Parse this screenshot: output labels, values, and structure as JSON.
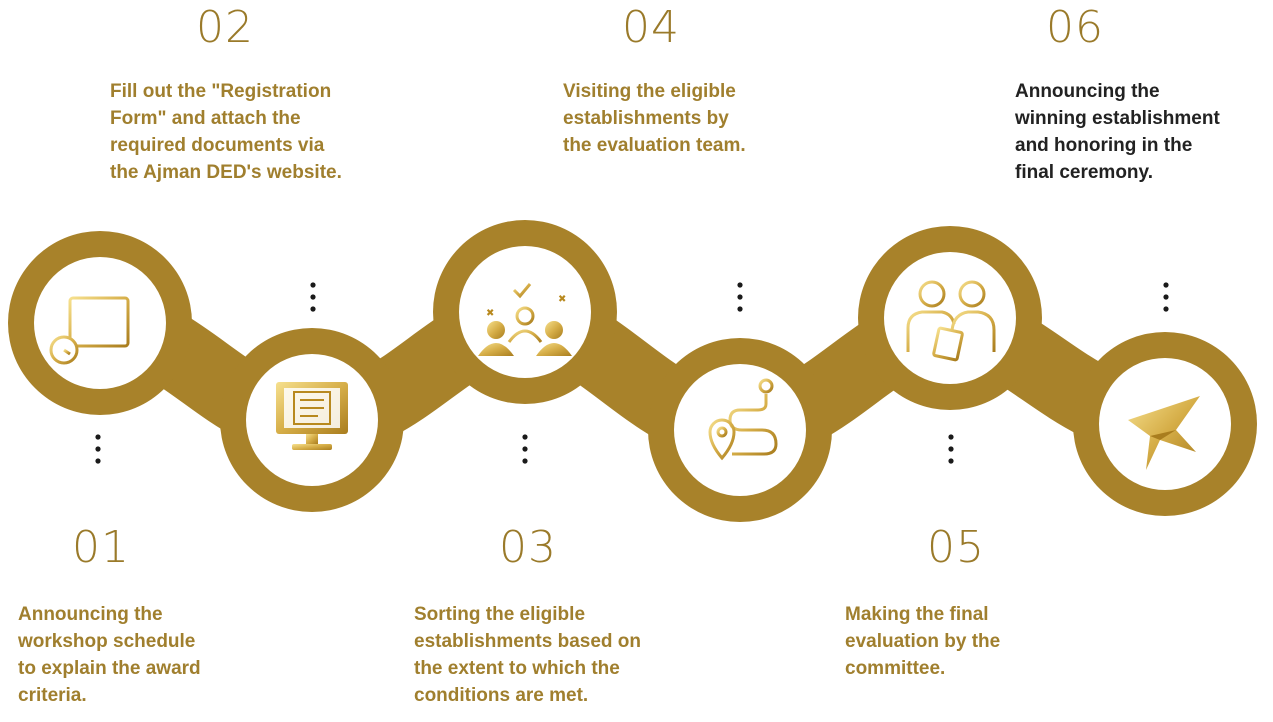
{
  "colors": {
    "gold": "#a8822a",
    "gold_text": "#a07f2e",
    "number": "#9a7a2a",
    "dark_text": "#222222",
    "icon_light": "#f3dd85",
    "icon_dark": "#b8891e"
  },
  "steps": [
    {
      "number": "01",
      "lines": [
        "Announcing the",
        "workshop schedule",
        "to explain the award",
        "criteria."
      ],
      "icon": "calendar-clock-icon"
    },
    {
      "number": "02",
      "lines": [
        "Fill out the \"Registration",
        "Form\" and attach the",
        "required documents via",
        "the Ajman DED's website."
      ],
      "icon": "computer-form-icon"
    },
    {
      "number": "03",
      "lines": [
        "Sorting the eligible",
        "establishments based on",
        "the extent to which the",
        "conditions are met."
      ],
      "icon": "team-selection-icon"
    },
    {
      "number": "04",
      "lines": [
        "Visiting the eligible",
        "establishments by",
        "the evaluation team."
      ],
      "icon": "route-location-icon"
    },
    {
      "number": "05",
      "lines": [
        "Making the final",
        "evaluation by the",
        "committee."
      ],
      "icon": "committee-evaluation-icon"
    },
    {
      "number": "06",
      "lines": [
        "Announcing the",
        "winning establishment",
        "and honoring in the",
        "final ceremony."
      ],
      "icon": "star-award-icon"
    }
  ]
}
